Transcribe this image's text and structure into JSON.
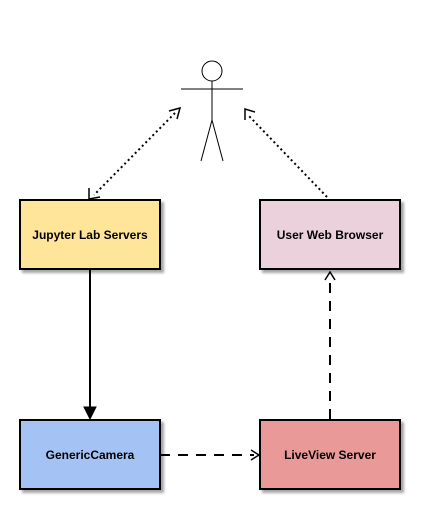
{
  "diagram": {
    "actor": {
      "label": ""
    },
    "nodes": {
      "jupyter": {
        "label": "Jupyter Lab Servers",
        "fill": "#FFE599",
        "stroke": "#000000"
      },
      "browser": {
        "label": "User Web Browser",
        "fill": "#EAD1DC",
        "stroke": "#000000"
      },
      "camera": {
        "label": "GenericCamera",
        "fill": "#A4C2F4",
        "stroke": "#000000"
      },
      "liveview": {
        "label": "LiveView Server",
        "fill": "#EA9999",
        "stroke": "#000000"
      }
    },
    "edges": [
      {
        "from": "actor",
        "to": "jupyter",
        "style": "dotted",
        "direction": "both"
      },
      {
        "from": "browser",
        "to": "actor",
        "style": "dotted",
        "direction": "forward"
      },
      {
        "from": "jupyter",
        "to": "camera",
        "style": "solid",
        "direction": "forward"
      },
      {
        "from": "camera",
        "to": "liveview",
        "style": "dashed",
        "direction": "forward"
      },
      {
        "from": "liveview",
        "to": "browser",
        "style": "dashed",
        "direction": "forward"
      }
    ]
  }
}
